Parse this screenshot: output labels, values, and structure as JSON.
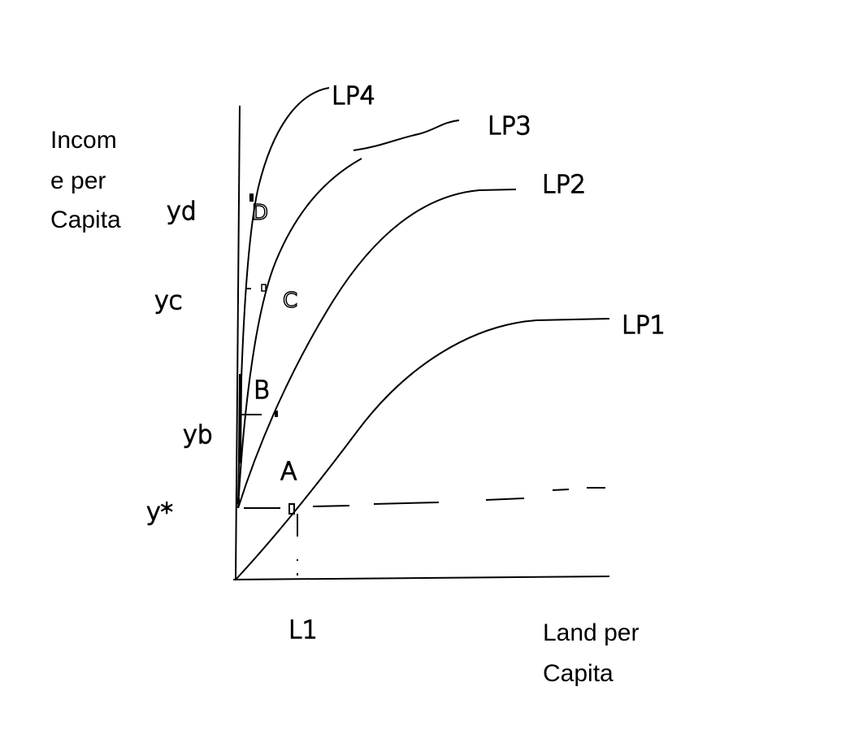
{
  "axes": {
    "y_title_lines": [
      "Incom",
      "e per",
      "Capita"
    ],
    "x_title_lines": [
      "Land per",
      "Capita"
    ]
  },
  "curves": [
    "LP4",
    "LP3",
    "LP2",
    "LP1"
  ],
  "points": [
    "D",
    "C",
    "B",
    "A"
  ],
  "y_levels": [
    "yd",
    "yc",
    "yb",
    "y*"
  ],
  "x_levels": [
    "L1"
  ]
}
